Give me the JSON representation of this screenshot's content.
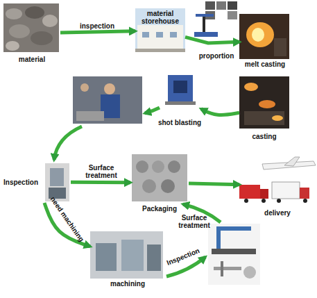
{
  "diagram": {
    "nodes": [
      {
        "text": [
          "material"
        ]
      },
      {
        "text": [
          "material storehouse"
        ]
      },
      {
        "text": [
          "proportion"
        ]
      },
      {
        "text": [
          "melt casting"
        ]
      },
      {
        "text": [
          "casting"
        ]
      },
      {
        "text": [
          "shot blasting"
        ]
      },
      {
        "text": [
          "Inspection"
        ]
      },
      {
        "text": [
          "Packaging"
        ]
      },
      {
        "text": [
          "delivery"
        ]
      },
      {
        "text": [
          "machining"
        ]
      }
    ],
    "edges": [
      {
        "from": 0,
        "to": 1,
        "label": "inspection",
        "arrow": "to"
      },
      {
        "from": 1,
        "to": 3,
        "arrow": "to"
      },
      {
        "from": 4,
        "to": 5,
        "arrow": "to"
      },
      {
        "from": 6,
        "to": 7,
        "label": "Surface treatment",
        "arrow": "to"
      },
      {
        "from": 7,
        "to": 8,
        "arrow": "to"
      },
      {
        "from": 6,
        "to": 9,
        "label": "need machining",
        "arrow": "to"
      }
    ],
    "labels": [
      "Inspection",
      "Surface treatment"
    ]
  }
}
